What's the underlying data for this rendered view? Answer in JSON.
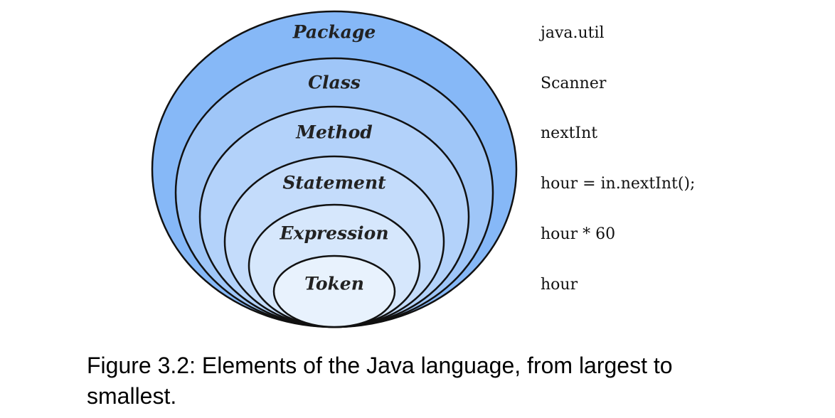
{
  "levels": [
    {
      "name": "Package",
      "example": "java.util",
      "fill": "#86b8f7"
    },
    {
      "name": "Class",
      "example": "Scanner",
      "fill": "#9fc6f8"
    },
    {
      "name": "Method",
      "example": "nextInt",
      "fill": "#b3d2fa"
    },
    {
      "name": "Statement",
      "example": "hour = in.nextInt();",
      "fill": "#c4dcfb"
    },
    {
      "name": "Expression",
      "example": "hour * 60",
      "fill": "#d6e7fc"
    },
    {
      "name": "Token",
      "example": "hour",
      "fill": "#e8f2fd"
    }
  ],
  "caption": "Figure 3.2: Elements of the Java language, from largest to smallest."
}
